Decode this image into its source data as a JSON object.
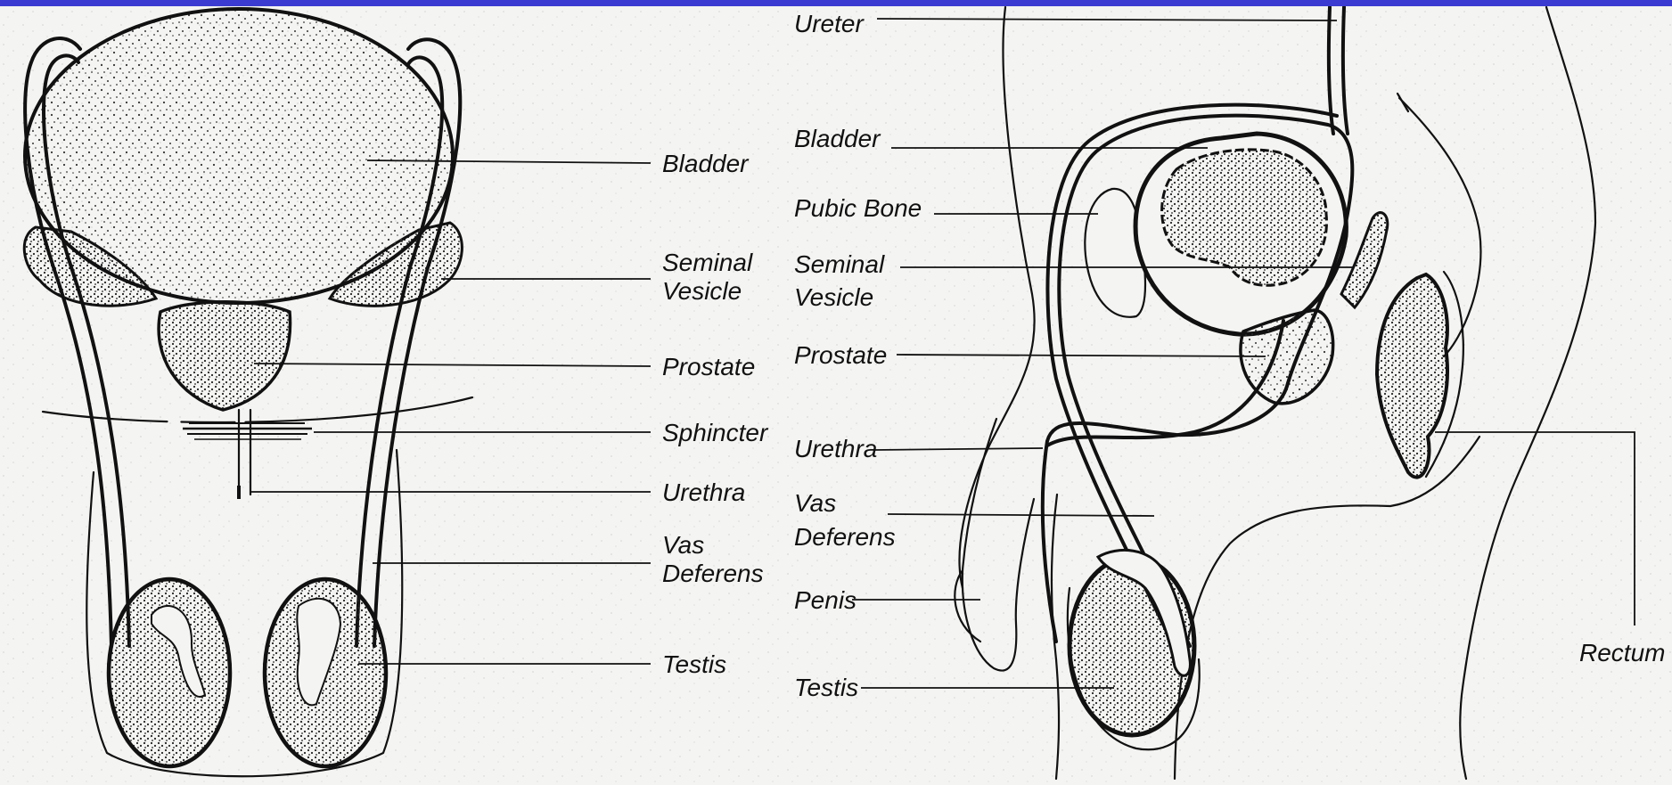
{
  "colors": {
    "title_bar": "#3b3bd1",
    "paper": "#f4f4f2",
    "ink": "#111111"
  },
  "front_view": {
    "labels": {
      "bladder": "Bladder",
      "seminal_vesicle_1": "Seminal",
      "seminal_vesicle_2": "Vesicle",
      "prostate": "Prostate",
      "sphincter": "Sphincter",
      "urethra": "Urethra",
      "vas_deferens_1": "Vas",
      "vas_deferens_2": "Deferens",
      "testis": "Testis"
    }
  },
  "side_view": {
    "labels": {
      "ureter": "Ureter",
      "bladder": "Bladder",
      "pubic_bone": "Pubic Bone",
      "seminal_vesicle_1": "Seminal",
      "seminal_vesicle_2": "Vesicle",
      "prostate": "Prostate",
      "urethra": "Urethra",
      "vas_deferens_1": "Vas",
      "vas_deferens_2": "Deferens",
      "penis": "Penis",
      "testis": "Testis",
      "rectum": "Rectum"
    }
  }
}
